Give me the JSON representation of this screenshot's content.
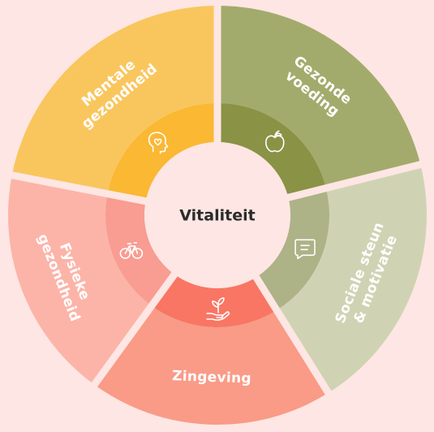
{
  "center": {
    "label": "Vitaliteit"
  },
  "segments": [
    {
      "id": "mentale-gezondheid",
      "lines": [
        "Mentale",
        "gezondheid"
      ],
      "outer_color": "#f9c65e",
      "inner_color": "#fab833",
      "icon": "head-heart-icon"
    },
    {
      "id": "gezonde-voeding",
      "lines": [
        "Gezonde",
        "voeding"
      ],
      "outer_color": "#a3ab6c",
      "inner_color": "#8a9245",
      "icon": "apple-icon"
    },
    {
      "id": "sociale-steun",
      "lines": [
        "Sociale steun",
        "& motivatie"
      ],
      "outer_color": "#d0d3b3",
      "inner_color": "#aeb287",
      "icon": "chat-bubble-icon"
    },
    {
      "id": "zingeving",
      "lines": [
        "Zingeving"
      ],
      "outer_color": "#f99b87",
      "inner_color": "#f87663",
      "icon": "hand-plant-icon"
    },
    {
      "id": "fysieke-gezondheid",
      "lines": [
        "Fysieke",
        "gezondheid"
      ],
      "outer_color": "#fcb4a8",
      "inner_color": "#f99c91",
      "icon": "bicycle-icon"
    }
  ]
}
